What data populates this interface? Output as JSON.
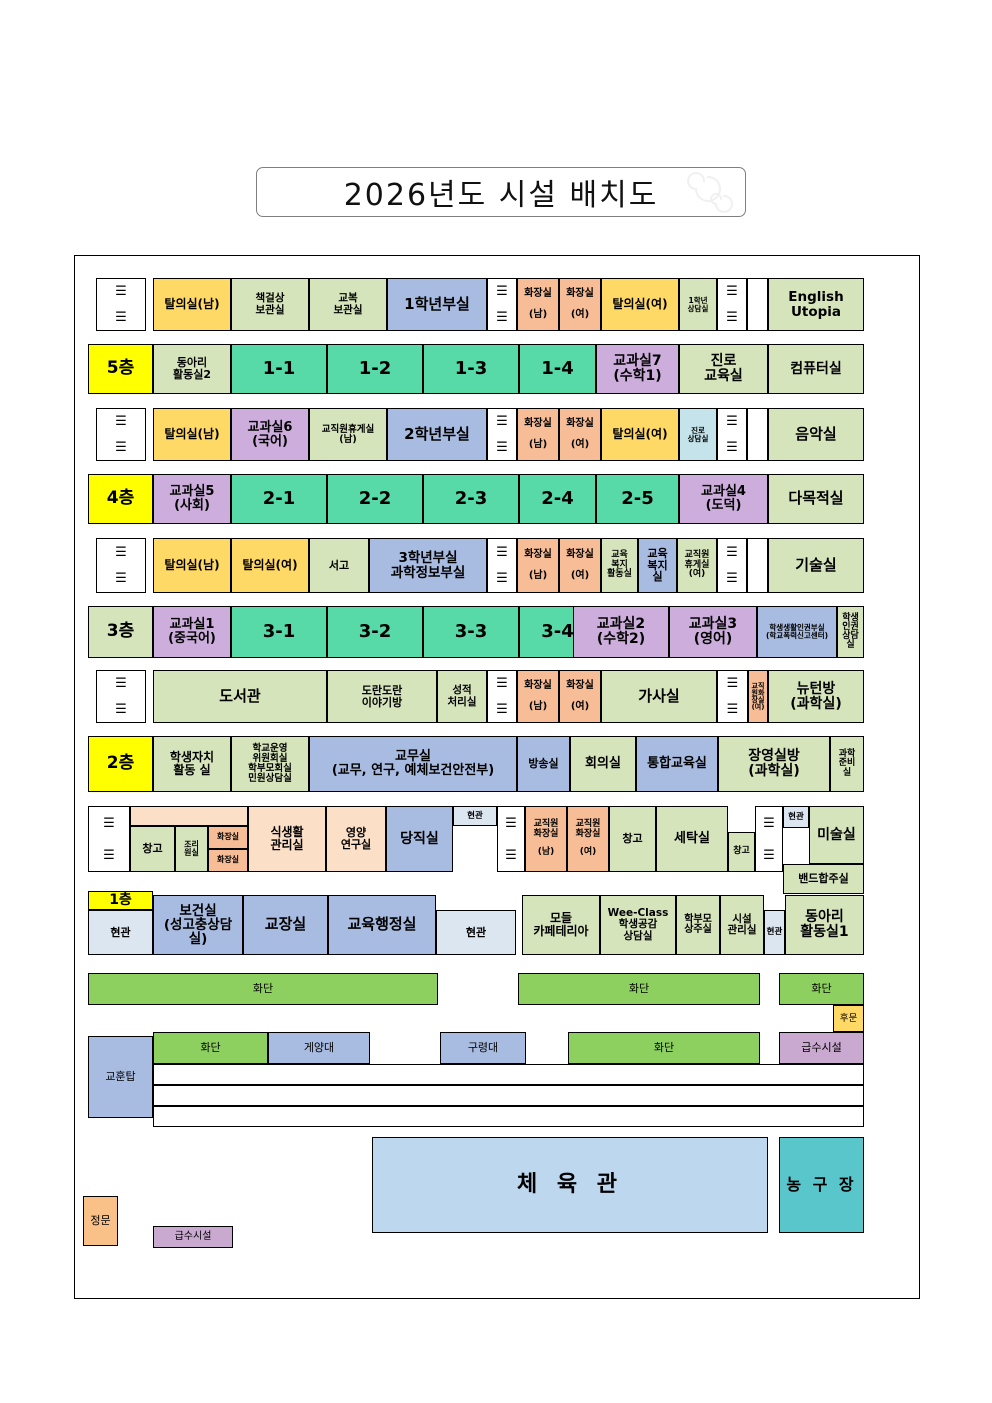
{
  "title": "2026년도 시설 배치도",
  "colors": {
    "yellow_floor": "#ffff00",
    "green_class": "#57d9a8",
    "lightgreen": "#d6e4bc",
    "gold": "#ffd966",
    "purple": "#ccaddb",
    "blue": "#a8bbe0",
    "orange": "#f7bd97",
    "peach": "#fbdfc6",
    "skyblue": "#bdd7ee",
    "paleblue": "#dce6f1",
    "grassgreen": "#8ed05f",
    "teal": "#58c6cb",
    "lilac": "#c9a9cf",
    "lightcyan": "#c5e3ea",
    "gray_green": "#d8e4bc",
    "floor3_label": "#d6e4bc",
    "orangegate": "#f9c087"
  },
  "floors": {
    "f5": {
      "label": "5층",
      "upper": [
        {
          "name": "stairs",
          "text": "",
          "icon": "stairs-icon"
        },
        {
          "name": "changing-room-male",
          "text": "탈의실(남)"
        },
        {
          "name": "desk-storage",
          "text": "책걸상\n보관실"
        },
        {
          "name": "uniform-storage",
          "text": "교복\n보관실"
        },
        {
          "name": "grade1-office",
          "text": "1학년부실"
        },
        {
          "name": "stairs",
          "text": "",
          "icon": "stairs-icon"
        },
        {
          "name": "restroom-male",
          "text": "화장실\n\n(남)"
        },
        {
          "name": "restroom-female",
          "text": "화장실\n\n(여)"
        },
        {
          "name": "changing-room-female",
          "text": "탈의실(여)"
        },
        {
          "name": "grade1-counseling",
          "text": "1학년\n상담실"
        },
        {
          "name": "stairs",
          "text": "",
          "icon": "stairs-icon"
        },
        {
          "name": "english-utopia",
          "text": "English\nUtopia"
        }
      ],
      "lower": [
        {
          "name": "club-room-2",
          "text": "동아리\n활동실2"
        },
        {
          "name": "class-1-1",
          "text": "1-1"
        },
        {
          "name": "class-1-2",
          "text": "1-2"
        },
        {
          "name": "class-1-3",
          "text": "1-3"
        },
        {
          "name": "class-1-4",
          "text": "1-4"
        },
        {
          "name": "subject-room-7",
          "text": "교과실7\n(수학1)"
        },
        {
          "name": "career-education-room",
          "text": "진로\n교육실"
        },
        {
          "name": "computer-room",
          "text": "컴퓨터실"
        }
      ]
    },
    "f4": {
      "label": "4층",
      "upper": [
        {
          "name": "stairs",
          "text": ""
        },
        {
          "name": "changing-room-male",
          "text": "탈의실(남)"
        },
        {
          "name": "subject-room-6",
          "text": "교과실6\n(국어)"
        },
        {
          "name": "staff-lounge-male",
          "text": "교직원휴게실\n(남)"
        },
        {
          "name": "grade2-office",
          "text": "2학년부실"
        },
        {
          "name": "stairs",
          "text": ""
        },
        {
          "name": "restroom-male",
          "text": "화장실\n\n(남)"
        },
        {
          "name": "restroom-female",
          "text": "화장실\n\n(여)"
        },
        {
          "name": "changing-room-female",
          "text": "탈의실(여)"
        },
        {
          "name": "career-counseling-room",
          "text": "진로\n상담실"
        },
        {
          "name": "stairs",
          "text": ""
        },
        {
          "name": "music-room",
          "text": "음악실"
        }
      ],
      "lower": [
        {
          "name": "subject-room-5",
          "text": "교과실5\n(사회)"
        },
        {
          "name": "class-2-1",
          "text": "2-1"
        },
        {
          "name": "class-2-2",
          "text": "2-2"
        },
        {
          "name": "class-2-3",
          "text": "2-3"
        },
        {
          "name": "class-2-4",
          "text": "2-4"
        },
        {
          "name": "class-2-5",
          "text": "2-5"
        },
        {
          "name": "subject-room-4",
          "text": "교과실4\n(도덕)"
        },
        {
          "name": "multipurpose-room",
          "text": "다목적실"
        }
      ]
    },
    "f3": {
      "label": "3층",
      "upper": [
        {
          "name": "stairs",
          "text": ""
        },
        {
          "name": "changing-room-male",
          "text": "탈의실(남)"
        },
        {
          "name": "changing-room-female",
          "text": "탈의실(여)"
        },
        {
          "name": "archive-room",
          "text": "서고"
        },
        {
          "name": "grade3-science-office",
          "text": "3학년부실\n과학정보부실"
        },
        {
          "name": "stairs",
          "text": ""
        },
        {
          "name": "restroom-male",
          "text": "화장실\n\n(남)"
        },
        {
          "name": "restroom-female",
          "text": "화장실\n\n(여)"
        },
        {
          "name": "welfare-activity-room",
          "text": "교육\n복지\n활동실"
        },
        {
          "name": "education-welfare-room",
          "text": "교육\n복지\n실"
        },
        {
          "name": "staff-lounge-female",
          "text": "교직원\n휴게실\n(여)"
        },
        {
          "name": "stairs",
          "text": ""
        },
        {
          "name": "technology-room",
          "text": "기술실"
        }
      ],
      "lower": [
        {
          "name": "subject-room-1",
          "text": "교과실1\n(중국어)"
        },
        {
          "name": "class-3-1",
          "text": "3-1"
        },
        {
          "name": "class-3-2",
          "text": "3-2"
        },
        {
          "name": "class-3-3",
          "text": "3-3"
        },
        {
          "name": "class-3-4",
          "text": "3-4"
        },
        {
          "name": "subject-room-2",
          "text": "교과실2\n(수학2)"
        },
        {
          "name": "subject-room-3",
          "text": "교과실3\n(영어)"
        },
        {
          "name": "student-life-rights-office",
          "text": "학생생활인권부실\n(학교폭력신고센터)"
        },
        {
          "name": "student-rights-counseling-room",
          "text": "학생\n인권\n상담\n실"
        }
      ]
    },
    "f2": {
      "label": "2층",
      "upper": [
        {
          "name": "stairs",
          "text": ""
        },
        {
          "name": "library",
          "text": "도서관"
        },
        {
          "name": "story-room",
          "text": "도란도란\n이야기방"
        },
        {
          "name": "grading-room",
          "text": "성적\n처리실"
        },
        {
          "name": "stairs",
          "text": ""
        },
        {
          "name": "restroom-male",
          "text": "화장실\n\n(남)"
        },
        {
          "name": "restroom-female",
          "text": "화장실\n\n(여)"
        },
        {
          "name": "home-economics-room",
          "text": "가사실"
        },
        {
          "name": "stairs",
          "text": ""
        },
        {
          "name": "staff-restroom-female",
          "text": "교직\n원화\n장실\n(여)"
        },
        {
          "name": "newton-room",
          "text": "뉴턴방\n(과학실)"
        }
      ],
      "lower": [
        {
          "name": "student-autonomy-room",
          "text": "학생자치\n활동 실"
        },
        {
          "name": "school-committee-room",
          "text": "학교운영\n위원회실\n학부모회실\n민원상담실"
        },
        {
          "name": "teachers-office",
          "text": "교무실\n(교무, 연구, 예체보건안전부)"
        },
        {
          "name": "broadcasting-room",
          "text": "방송실"
        },
        {
          "name": "conference-room",
          "text": "회의실"
        },
        {
          "name": "integrated-education-room",
          "text": "통합교육실"
        },
        {
          "name": "jangyeongsil-room",
          "text": "장영실방\n(과학실)"
        },
        {
          "name": "science-prep-room",
          "text": "과학\n준비\n실"
        }
      ]
    },
    "f1": {
      "label": "1층",
      "upper": [
        {
          "name": "stairs",
          "text": ""
        },
        {
          "name": "storage",
          "text": "창고"
        },
        {
          "name": "cooking-staff-room",
          "text": "조리\n원실"
        },
        {
          "name": "restroom-a",
          "text": "화장실"
        },
        {
          "name": "restroom-b",
          "text": "화장실"
        },
        {
          "name": "food-life-management-room",
          "text": "식생활\n관리실"
        },
        {
          "name": "nutrition-research-room",
          "text": "영양\n연구실"
        },
        {
          "name": "duty-room",
          "text": "당직실"
        },
        {
          "name": "entrance-small",
          "text": "현관"
        },
        {
          "name": "stairs",
          "text": ""
        },
        {
          "name": "staff-restroom-male",
          "text": "교직원\n화장실\n\n(남)"
        },
        {
          "name": "staff-restroom-female",
          "text": "교직원\n화장실\n\n(여)"
        },
        {
          "name": "storage-2",
          "text": "창고"
        },
        {
          "name": "laundry-room",
          "text": "세탁실"
        },
        {
          "name": "storage-3",
          "text": "창고"
        },
        {
          "name": "stairs",
          "text": ""
        },
        {
          "name": "entrance-small-2",
          "text": "현관"
        },
        {
          "name": "art-room",
          "text": "미술실"
        },
        {
          "name": "band-ensemble-room",
          "text": "밴드합주실"
        }
      ],
      "lower": [
        {
          "name": "entrance-main-left",
          "text": "현관"
        },
        {
          "name": "health-room",
          "text": "보건실\n(성고충상담실)"
        },
        {
          "name": "principal-office",
          "text": "교장실"
        },
        {
          "name": "education-admin-office",
          "text": "교육행정실"
        },
        {
          "name": "entrance-main-center",
          "text": "현관"
        },
        {
          "name": "modle-cafeteria",
          "text": "모들\n카페테리아"
        },
        {
          "name": "wee-class",
          "text": "Wee-Class\n학생공감\n상담실"
        },
        {
          "name": "parent-resident-room",
          "text": "학부모\n상주실"
        },
        {
          "name": "facility-management-room",
          "text": "시설\n관리실"
        },
        {
          "name": "entrance-right",
          "text": "현관"
        },
        {
          "name": "club-room-1",
          "text": "동아리\n활동실1"
        }
      ]
    }
  },
  "grounds": {
    "flowerbed_row1": [
      {
        "name": "flowerbed",
        "text": "화단"
      },
      {
        "name": "flowerbed",
        "text": "화단"
      },
      {
        "name": "flowerbed",
        "text": "화단"
      }
    ],
    "back_gate": "후문",
    "motto_tower": "교훈탑",
    "flowerbed_row2": [
      {
        "name": "flowerbed",
        "text": "화단"
      },
      {
        "name": "flagpole",
        "text": "게양대"
      },
      {
        "name": "bell-stand",
        "text": "구령대"
      },
      {
        "name": "flowerbed",
        "text": "화단"
      },
      {
        "name": "water-facility",
        "text": "급수시설"
      }
    ],
    "gymnasium": "체 육 관",
    "basketball_court": "농 구 장",
    "main_gate": "정문",
    "water_facility_bottom": "급수시설"
  }
}
